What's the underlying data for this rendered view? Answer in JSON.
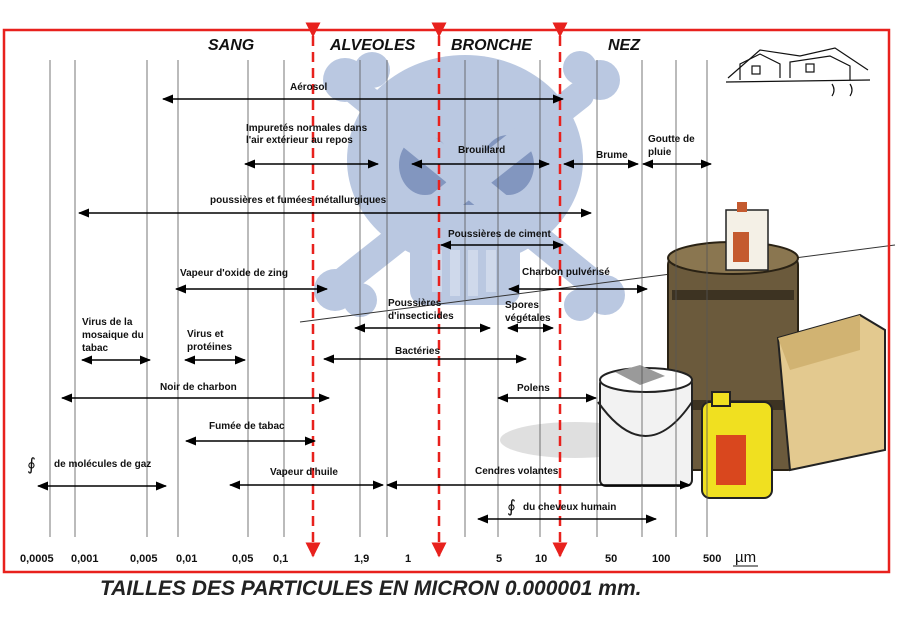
{
  "footer": "TAILLES DES PARTICULES EN MICRON  0.000001 mm.",
  "unit": "µm",
  "zones": [
    "SANG",
    "ALVEOLES",
    "BRONCHE",
    "NEZ"
  ],
  "ticks": [
    "0,0005",
    "0,001",
    "0,005",
    "0,01",
    "0,05",
    "0,1",
    "1,9",
    "1",
    "5",
    "10",
    "50",
    "100",
    "500"
  ],
  "diameter_symbol": "∮",
  "labels": {
    "aerosol": "Aérosol",
    "impuretes_1": "Impuretés normales dans",
    "impuretes_2": "l'air extérieur au repos",
    "brouillard": "Brouillard",
    "brume": "Brume",
    "goutte_1": "Goutte de",
    "goutte_2": "pluie",
    "poussieres_metal": "poussières et fumées métallurgiques",
    "poussieres_ciment": "Poussières de ciment",
    "vapeur_zinc": "Vapeur d'oxide de zing",
    "charbon_pulverise": "Charbon pulvérisé",
    "virus_mosaique_1": "Virus de la",
    "virus_mosaique_2": "mosaique du",
    "virus_mosaique_3": "tabac",
    "virus_proteines_1": "Virus et",
    "virus_proteines_2": "protéines",
    "insecticides_1": "Poussières",
    "insecticides_2": "d'insecticides",
    "spores_1": "Spores",
    "spores_2": "végétales",
    "bacteries": "Bactéries",
    "noir_charbon": "Noir de charbon",
    "polens": "Polens",
    "fumee_tabac": "Fumée de tabac",
    "gaz": "de molécules de gaz",
    "vapeur_huile": "Vapeur d'huile",
    "cendres": "Cendres volantes",
    "cheveux": "du cheveux humain"
  },
  "colors": {
    "frame": "#e8211d",
    "divider": "#e8211d",
    "skull": "#aebfdc",
    "arrow": "#000000",
    "barrel": "#6b5a3c",
    "bag": "#e3c98f",
    "can": "#f0e020"
  }
}
